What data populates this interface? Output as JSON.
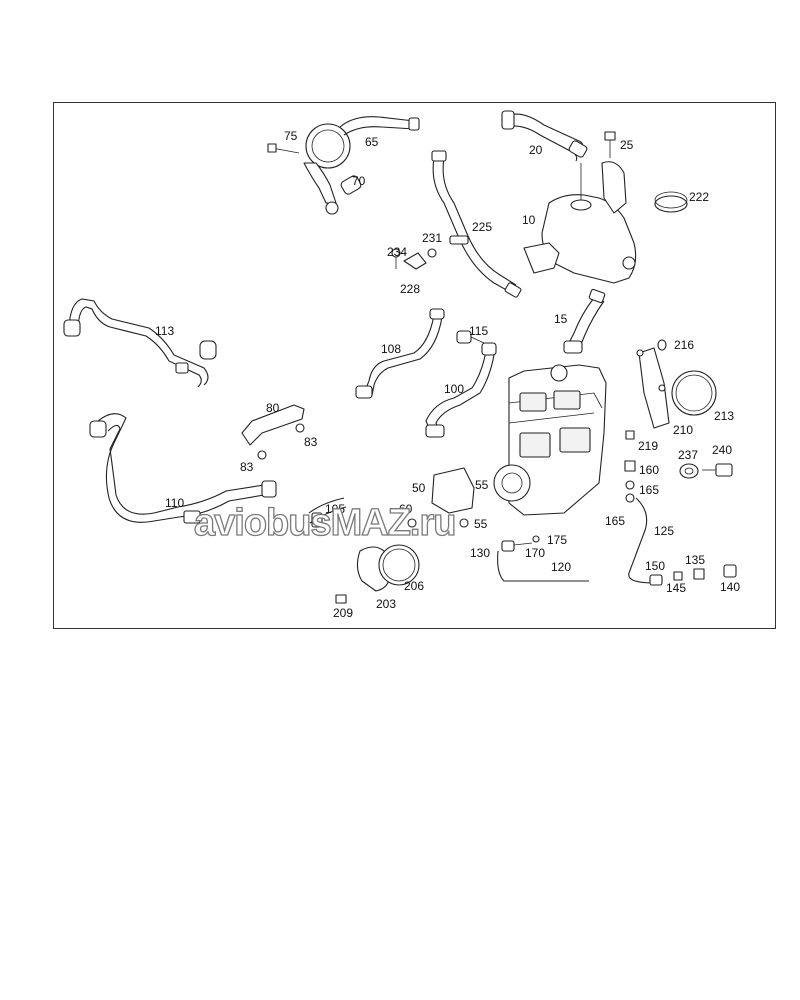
{
  "watermark": "aviobusMAZ.ru",
  "part_numbers": [
    "75",
    "65",
    "70",
    "20",
    "25",
    "222",
    "10",
    "225",
    "231",
    "234",
    "228",
    "15",
    "113",
    "115",
    "108",
    "216",
    "100",
    "80",
    "83",
    "83",
    "213",
    "210",
    "219",
    "240",
    "237",
    "160",
    "165",
    "165",
    "125",
    "50",
    "55",
    "60",
    "55",
    "110",
    "105",
    "175",
    "170",
    "130",
    "120",
    "150",
    "135",
    "145",
    "140",
    "206",
    "203",
    "209"
  ]
}
